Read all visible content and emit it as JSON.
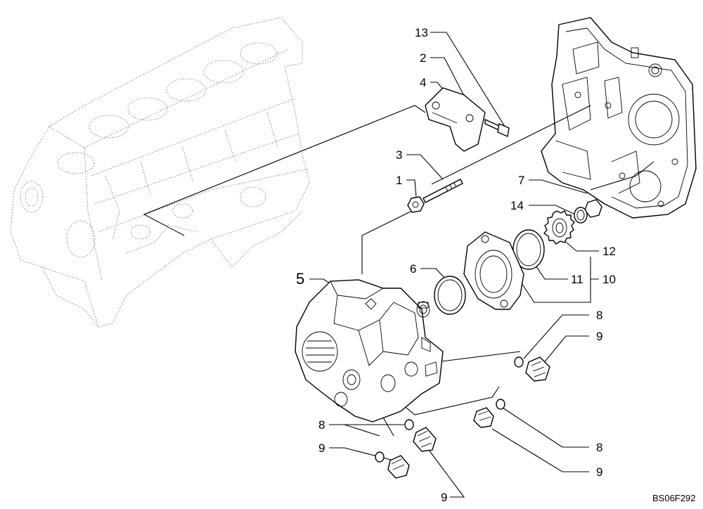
{
  "drawing_code": "BS06F292",
  "callouts": {
    "c1": "1",
    "c2": "2",
    "c3": "3",
    "c4": "4",
    "c5": "5",
    "c6": "6",
    "c7": "7",
    "c8a": "8",
    "c8b": "8",
    "c8c": "8",
    "c9a": "9",
    "c9b": "9",
    "c9c": "9",
    "c9d": "9",
    "c10": "10",
    "c11": "11",
    "c12": "12",
    "c13": "13",
    "c14": "14"
  }
}
